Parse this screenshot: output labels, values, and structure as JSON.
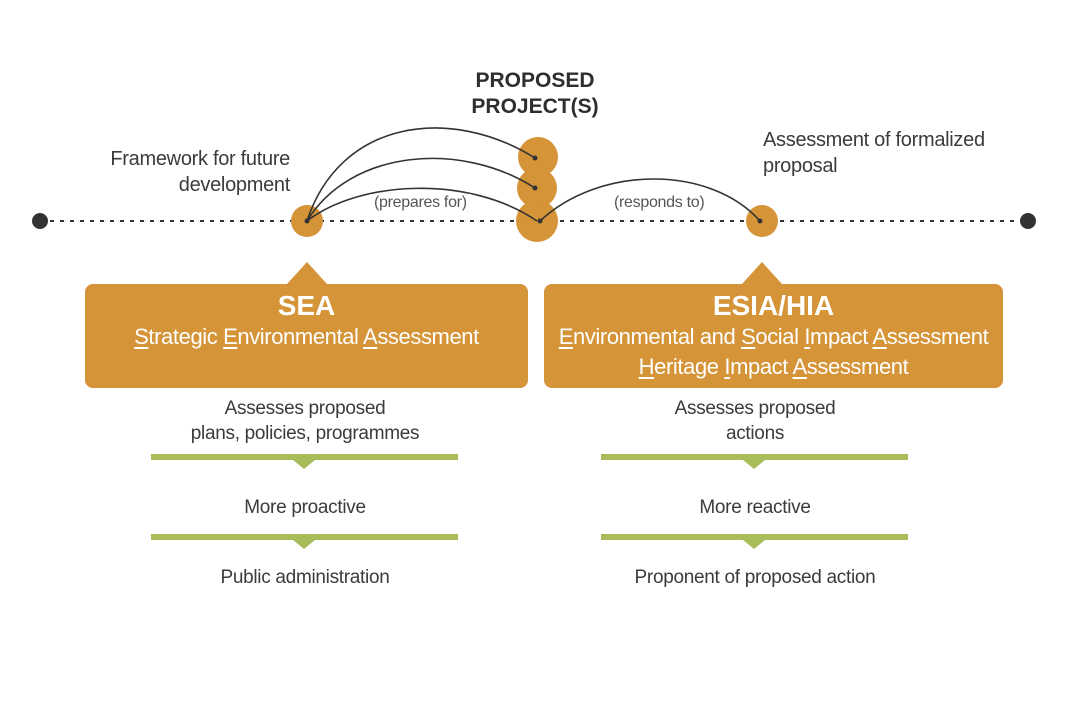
{
  "top": {
    "proposed_projects": [
      "PROPOSED",
      "PROJECT(S)"
    ],
    "framework_label": [
      "Framework for future",
      "development"
    ],
    "assessment_label": [
      "Assessment of formalized",
      "proposal"
    ],
    "prepares_for": "(prepares for)",
    "responds_to": "(responds to)"
  },
  "sea": {
    "title": "SEA",
    "subtitle_parts": [
      {
        "u": "S",
        "t": "trategic "
      },
      {
        "u": "E",
        "t": "nvironmental "
      },
      {
        "u": "A",
        "t": "ssessment"
      }
    ],
    "assesses": [
      "Assesses proposed",
      "plans, policies, programmes"
    ],
    "approach": "More proactive",
    "actor": "Public administration"
  },
  "esia": {
    "title": "ESIA/HIA",
    "line1_parts": [
      {
        "u": "E",
        "t": "nvironmental and "
      },
      {
        "u": "S",
        "t": "ocial "
      },
      {
        "u": "I",
        "t": "mpact "
      },
      {
        "u": "A",
        "t": "ssessment"
      }
    ],
    "line2_parts": [
      {
        "u": "H",
        "t": "eritage "
      },
      {
        "u": "I",
        "t": "mpact "
      },
      {
        "u": "A",
        "t": "ssessment"
      }
    ],
    "assesses": [
      "Assesses proposed",
      "actions"
    ],
    "approach": "More reactive",
    "actor": "Proponent of proposed action"
  },
  "colors": {
    "orange": "#d59437",
    "green": "#a8bc5a",
    "line": "#333333"
  }
}
